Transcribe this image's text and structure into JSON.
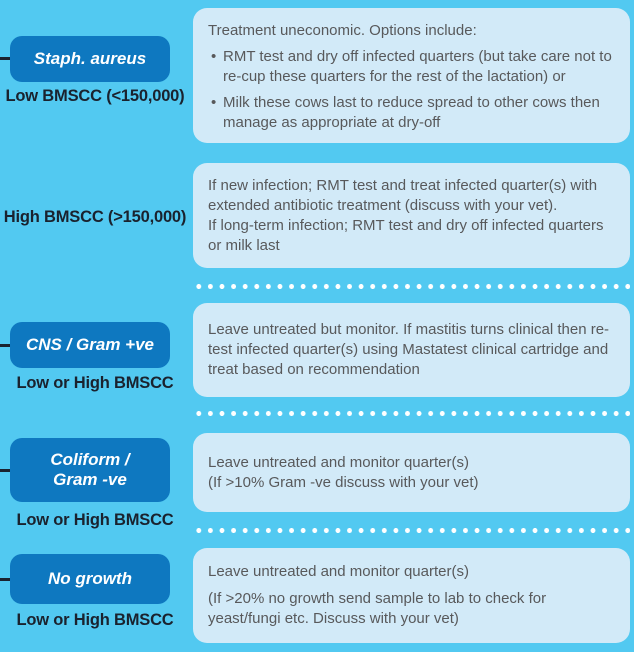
{
  "palette": {
    "background": "#52C9F1",
    "pill_blue": "#0E78C0",
    "advice_box_blue": "#D2EAF8",
    "label_text": "#1A222E",
    "advice_text": "#58595B",
    "pill_text": "#FFFFFF",
    "separator_dots": "#FFFFFF"
  },
  "sections": [
    {
      "pathogen": "Staph. aureus",
      "bmscc": "Low BMSCC (<150,000)",
      "box": {
        "intro": "Treatment uneconomic. Options include:",
        "bullets": [
          "RMT test and dry off infected quarters (but take care not to re-cup these quarters for the rest of the lactation) or",
          "Milk these cows last to reduce spread to other cows then manage as appropriate at dry-off"
        ]
      }
    },
    {
      "bmscc": "High BMSCC (>150,000)",
      "box": {
        "paragraphs": [
          "If new infection; RMT test and treat infected quarter(s) with extended antibiotic treatment (discuss with your vet).",
          "If long-term infection; RMT test and dry off infected quarters or milk last"
        ]
      }
    },
    {
      "pathogen": "CNS / Gram +ve",
      "bmscc": "Low or High BMSCC",
      "box": {
        "paragraphs": [
          "Leave untreated but monitor. If mastitis turns clinical then re-test infected quarter(s) using Mastatest clinical cartridge and treat based on recommendation"
        ]
      }
    },
    {
      "pathogen": "Coliform /\nGram -ve",
      "bmscc": "Low or High BMSCC",
      "box": {
        "paragraphs": [
          "Leave untreated and monitor quarter(s)",
          "(If >10% Gram -ve discuss with your vet)"
        ]
      }
    },
    {
      "pathogen": "No growth",
      "bmscc": "Low or High BMSCC",
      "box": {
        "paragraphs": [
          "Leave untreated and monitor quarter(s)",
          "(If >20% no growth send sample to lab to check for yeast/fungi etc. Discuss with your vet)"
        ]
      }
    }
  ]
}
